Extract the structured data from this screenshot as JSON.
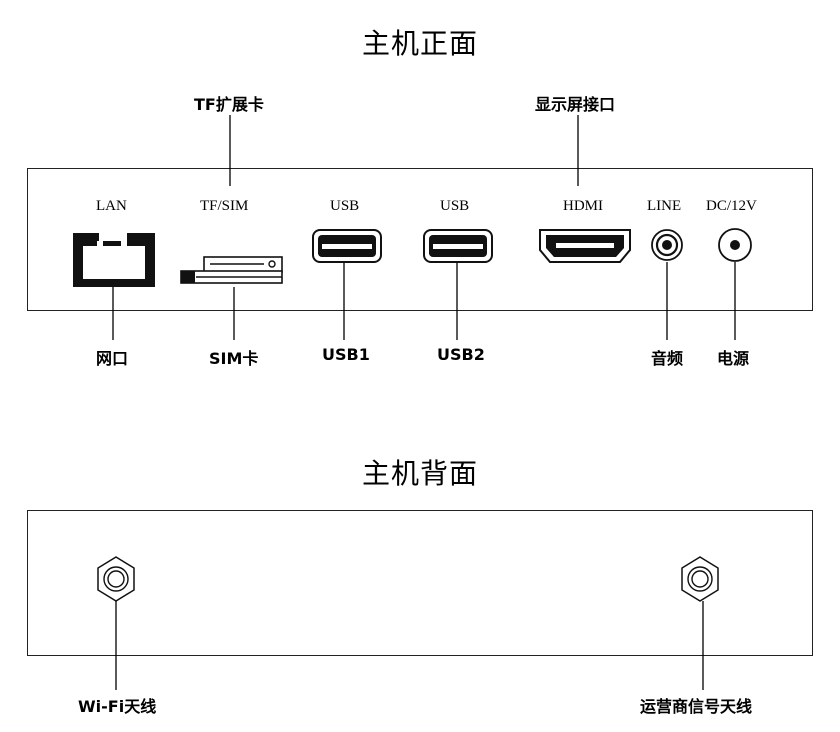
{
  "front": {
    "title": "主机正面",
    "top_callouts": {
      "tf_card": "TF扩展卡",
      "display": "显示屏接口"
    },
    "port_labels": {
      "lan": "LAN",
      "tfsim": "TF/SIM",
      "usb_a": "USB",
      "usb_b": "USB",
      "hdmi": "HDMI",
      "line": "LINE",
      "dc": "DC/12V"
    },
    "bottom_callouts": {
      "lan": "网口",
      "sim": "SIM卡",
      "usb1": "USB1",
      "usb2": "USB2",
      "audio": "音频",
      "power": "电源"
    }
  },
  "back": {
    "title": "主机背面",
    "callouts": {
      "wifi": "Wi-Fi天线",
      "cellular": "运营商信号天线"
    }
  }
}
